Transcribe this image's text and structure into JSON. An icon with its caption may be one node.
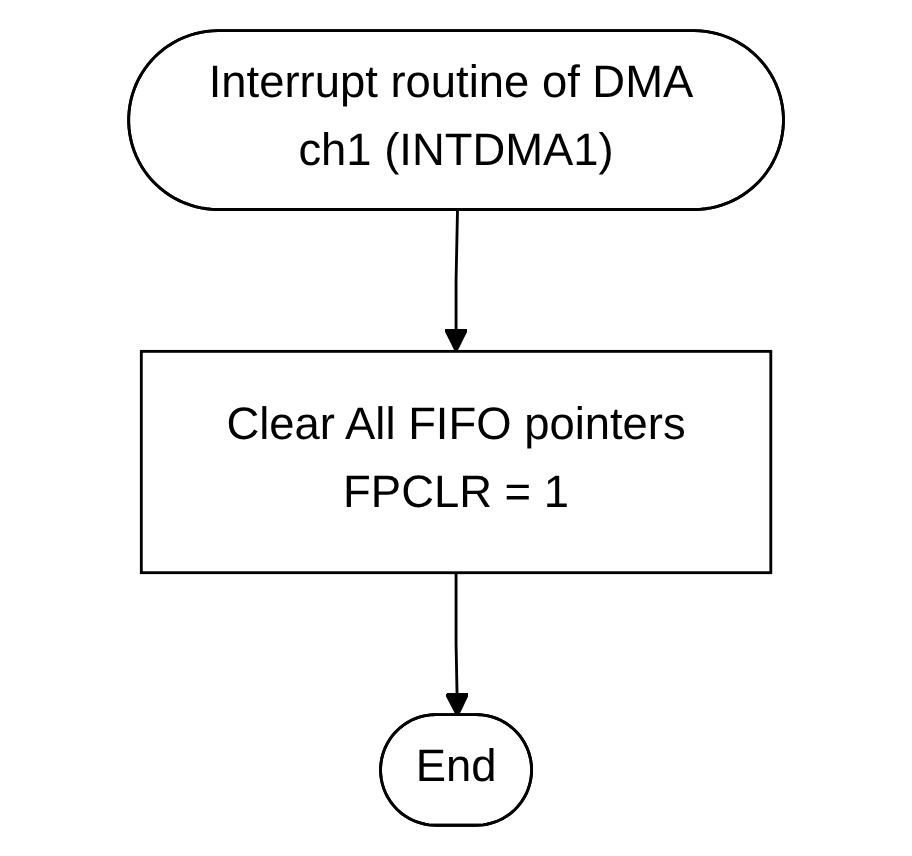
{
  "diagram": {
    "nodes": [
      {
        "text": [
          "Interrupt routine of DMA ch1 (INTDMA1)"
        ]
      },
      {
        "text": [
          "Clear All FIFO pointers",
          "FPCLR = 1"
        ]
      },
      {
        "text": [
          "End"
        ]
      }
    ],
    "edges": [
      {
        "from": 0,
        "to": 1,
        "arrow": "to"
      },
      {
        "from": 1,
        "to": 2,
        "arrow": "to"
      }
    ]
  }
}
